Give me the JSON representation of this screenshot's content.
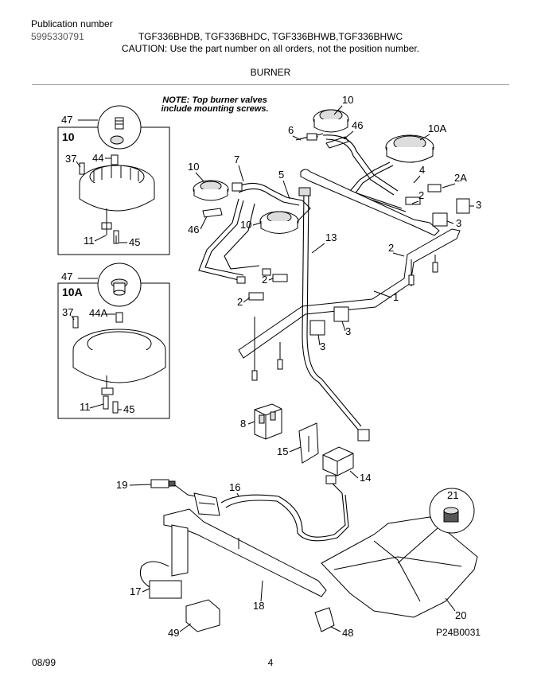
{
  "header": {
    "publication_label": "Publication number",
    "publication_number": "5995330791",
    "models": "TGF336BHDB, TGF336BHDC, TGF336BHWB,TGF336BHWC",
    "caution": "CAUTION:  Use the part number on all orders, not the position number.",
    "section_title": "BURNER"
  },
  "note": {
    "line1": "NOTE: Top burner valves",
    "line2": "include mounting screws."
  },
  "insets": {
    "top_title": "10",
    "bottom_title": "10A"
  },
  "callouts": {
    "c47a": "47",
    "c37a": "37",
    "c44": "44",
    "c11a": "11",
    "c45a": "45",
    "c47b": "47",
    "c37b": "37",
    "c44a": "44A",
    "c11b": "11",
    "c45b": "45",
    "c10_top": "10",
    "c6": "6",
    "c46_top": "46",
    "c10a_right": "10A",
    "c10_left": "10",
    "c7": "7",
    "c5": "5",
    "c4": "4",
    "c2a": "2A",
    "c2_right": "2",
    "c3_right1": "3",
    "c3_right2": "3",
    "c46_left": "46",
    "c10_mid": "10",
    "c13": "13",
    "c2_mid": "2",
    "c2_left1": "2",
    "c2_left2": "2",
    "c1": "1",
    "c3_mid1": "3",
    "c3_mid2": "3",
    "c8": "8",
    "c15": "15",
    "c14": "14",
    "c19": "19",
    "c16": "16",
    "c21": "21",
    "c17": "17",
    "c18": "18",
    "c20": "20",
    "c49": "49",
    "c48": "48"
  },
  "drawing_number": "P24B0031",
  "footer": {
    "date": "08/99",
    "page": "4"
  }
}
